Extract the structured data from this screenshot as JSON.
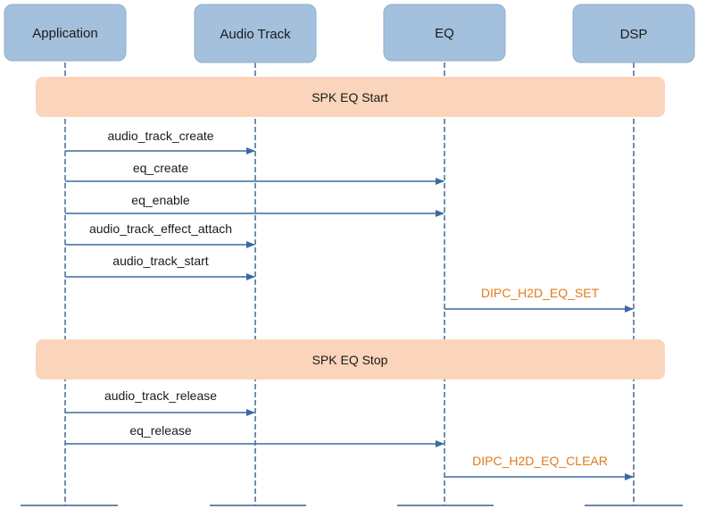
{
  "participants": [
    {
      "id": "app",
      "label": "Application"
    },
    {
      "id": "track",
      "label": "Audio Track"
    },
    {
      "id": "eq",
      "label": "EQ"
    },
    {
      "id": "dsp",
      "label": "DSP"
    }
  ],
  "phases": [
    {
      "label": "SPK EQ Start"
    },
    {
      "label": "SPK EQ Stop"
    }
  ],
  "messages": [
    {
      "label": "audio_track_create",
      "from": "app",
      "to": "track"
    },
    {
      "label": "eq_create",
      "from": "app",
      "to": "eq"
    },
    {
      "label": "eq_enable",
      "from": "app",
      "to": "eq"
    },
    {
      "label": "audio_track_effect_attach",
      "from": "app",
      "to": "track"
    },
    {
      "label": "audio_track_start",
      "from": "app",
      "to": "track"
    },
    {
      "label": "DIPC_H2D_EQ_SET",
      "from": "eq",
      "to": "dsp"
    },
    {
      "label": "audio_track_release",
      "from": "app",
      "to": "track"
    },
    {
      "label": "eq_release",
      "from": "app",
      "to": "eq"
    },
    {
      "label": "DIPC_H2D_EQ_CLEAR",
      "from": "eq",
      "to": "dsp"
    }
  ],
  "colors": {
    "participant_fill": "#a3c0dc",
    "participant_stroke": "#8eafcf",
    "phase_fill": "#fbd5bb",
    "lifeline": "#3a5f8a",
    "arrow": "#3b6aa0",
    "dsp_message_text": "#e07b1a"
  }
}
